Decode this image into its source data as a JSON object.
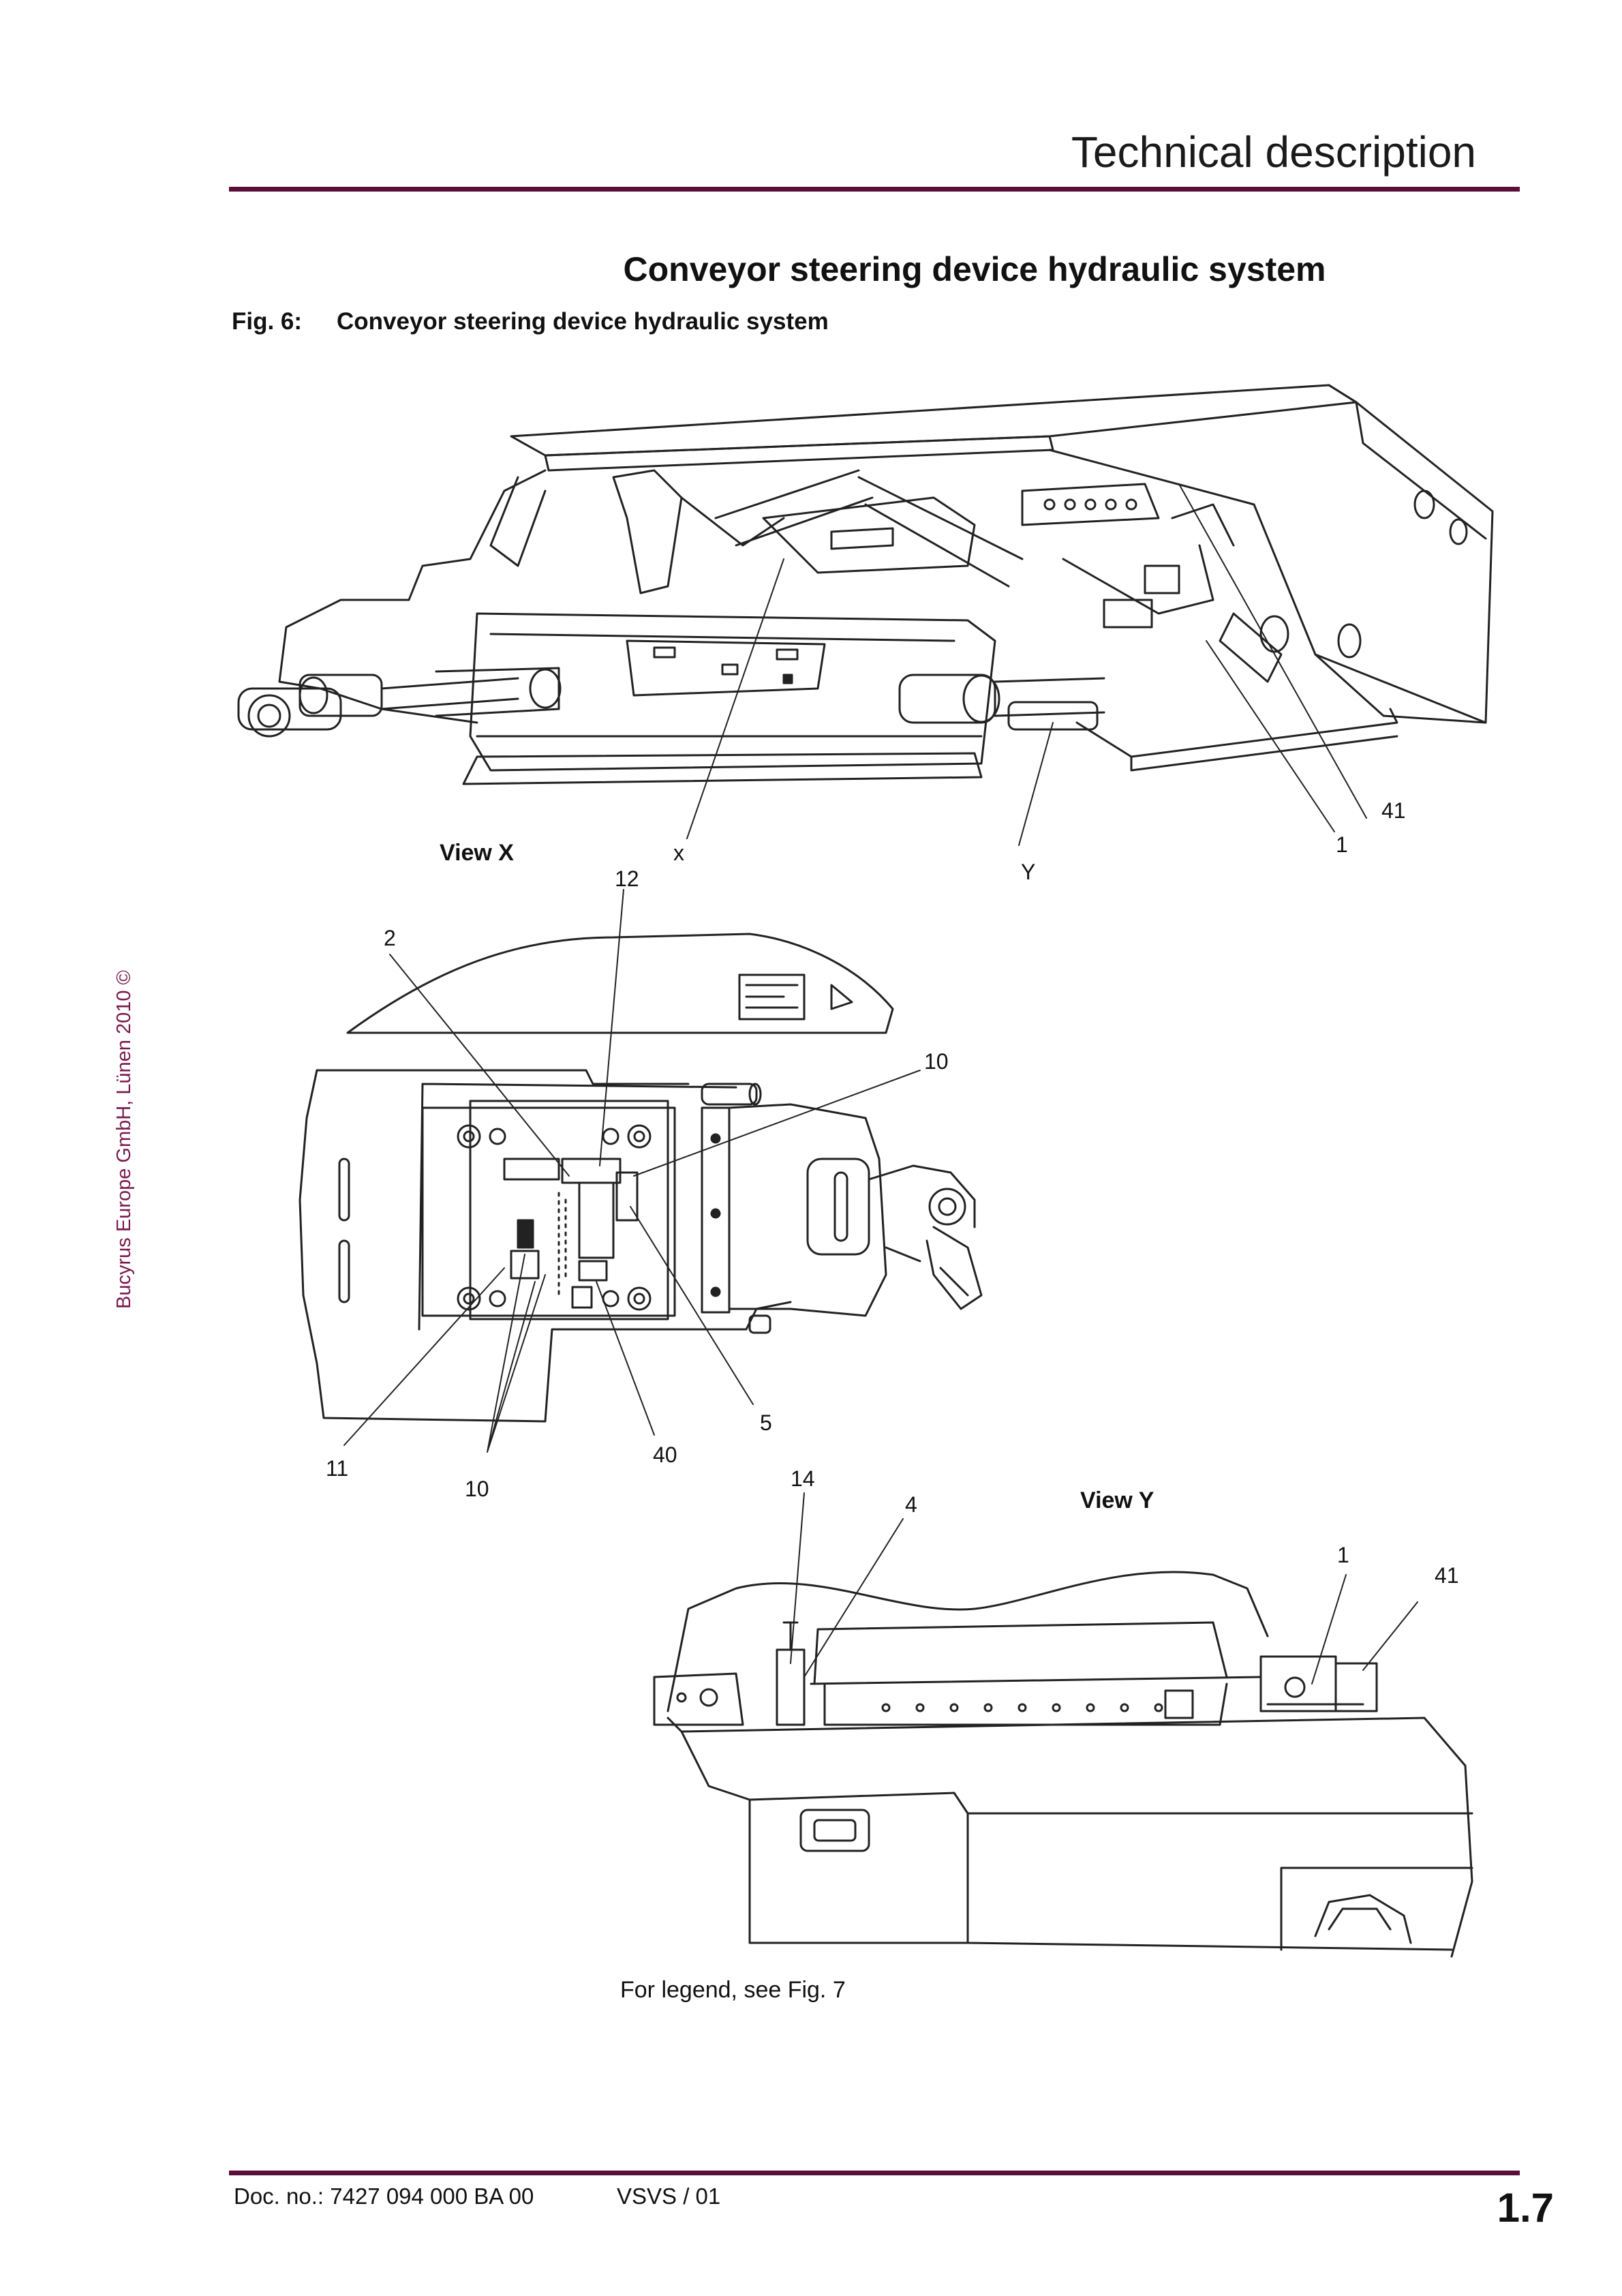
{
  "header": {
    "title": "Technical description"
  },
  "section": {
    "title": "Conveyor steering device hydraulic system"
  },
  "figure": {
    "number": "Fig. 6:",
    "caption": "Conveyor steering device hydraulic system",
    "view_x_label": "View X",
    "view_y_label": "View Y",
    "callouts_top": [
      "x",
      "12",
      "Y",
      "41",
      "1"
    ],
    "callouts_view_x": [
      "2",
      "10",
      "5",
      "40",
      "11",
      "10"
    ],
    "callouts_view_y": [
      "14",
      "4",
      "1",
      "41"
    ],
    "legend_note": "For legend, see Fig. 7"
  },
  "side_note": {
    "copyright": "Bucyrus Europe GmbH, Lünen 2010 ©"
  },
  "footer": {
    "doc_no": "Doc. no.: 7427 094 000 BA 00",
    "version": "VSVS / 01",
    "page": "1.7"
  },
  "colors": {
    "accent_rule": "#5a0f3a",
    "side_text": "#7a1a4e"
  }
}
